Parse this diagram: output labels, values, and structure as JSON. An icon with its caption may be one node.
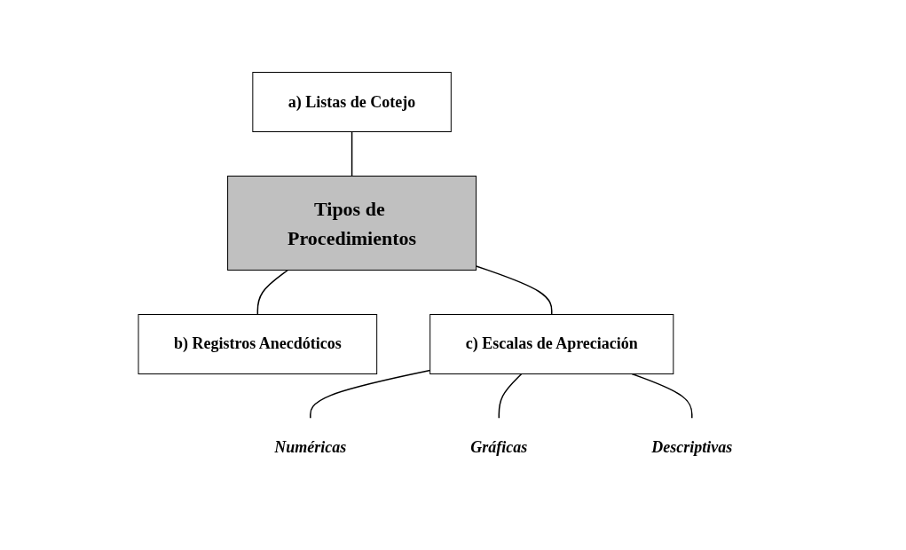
{
  "diagram": {
    "nodes": [
      {
        "text": [
          "a) Listas de Cotejo"
        ]
      },
      {
        "text": [
          "Tipos de Procedimientos"
        ]
      },
      {
        "text": [
          "b) Registros Anecdóticos"
        ]
      },
      {
        "text": [
          "c) Escalas de Apreciación"
        ]
      },
      {
        "text": [
          "Numéricas"
        ]
      },
      {
        "text": [
          "Gráficas"
        ]
      },
      {
        "text": [
          "Descriptivas"
        ]
      }
    ],
    "edges": [
      {
        "from": 0,
        "to": 1,
        "arrow": "none"
      },
      {
        "from": 1,
        "to": 2,
        "arrow": "none"
      },
      {
        "from": 1,
        "to": 3,
        "arrow": "none"
      },
      {
        "from": 3,
        "to": 4,
        "arrow": "none"
      },
      {
        "from": 3,
        "to": 5,
        "arrow": "none"
      },
      {
        "from": 3,
        "to": 6,
        "arrow": "none"
      }
    ]
  }
}
